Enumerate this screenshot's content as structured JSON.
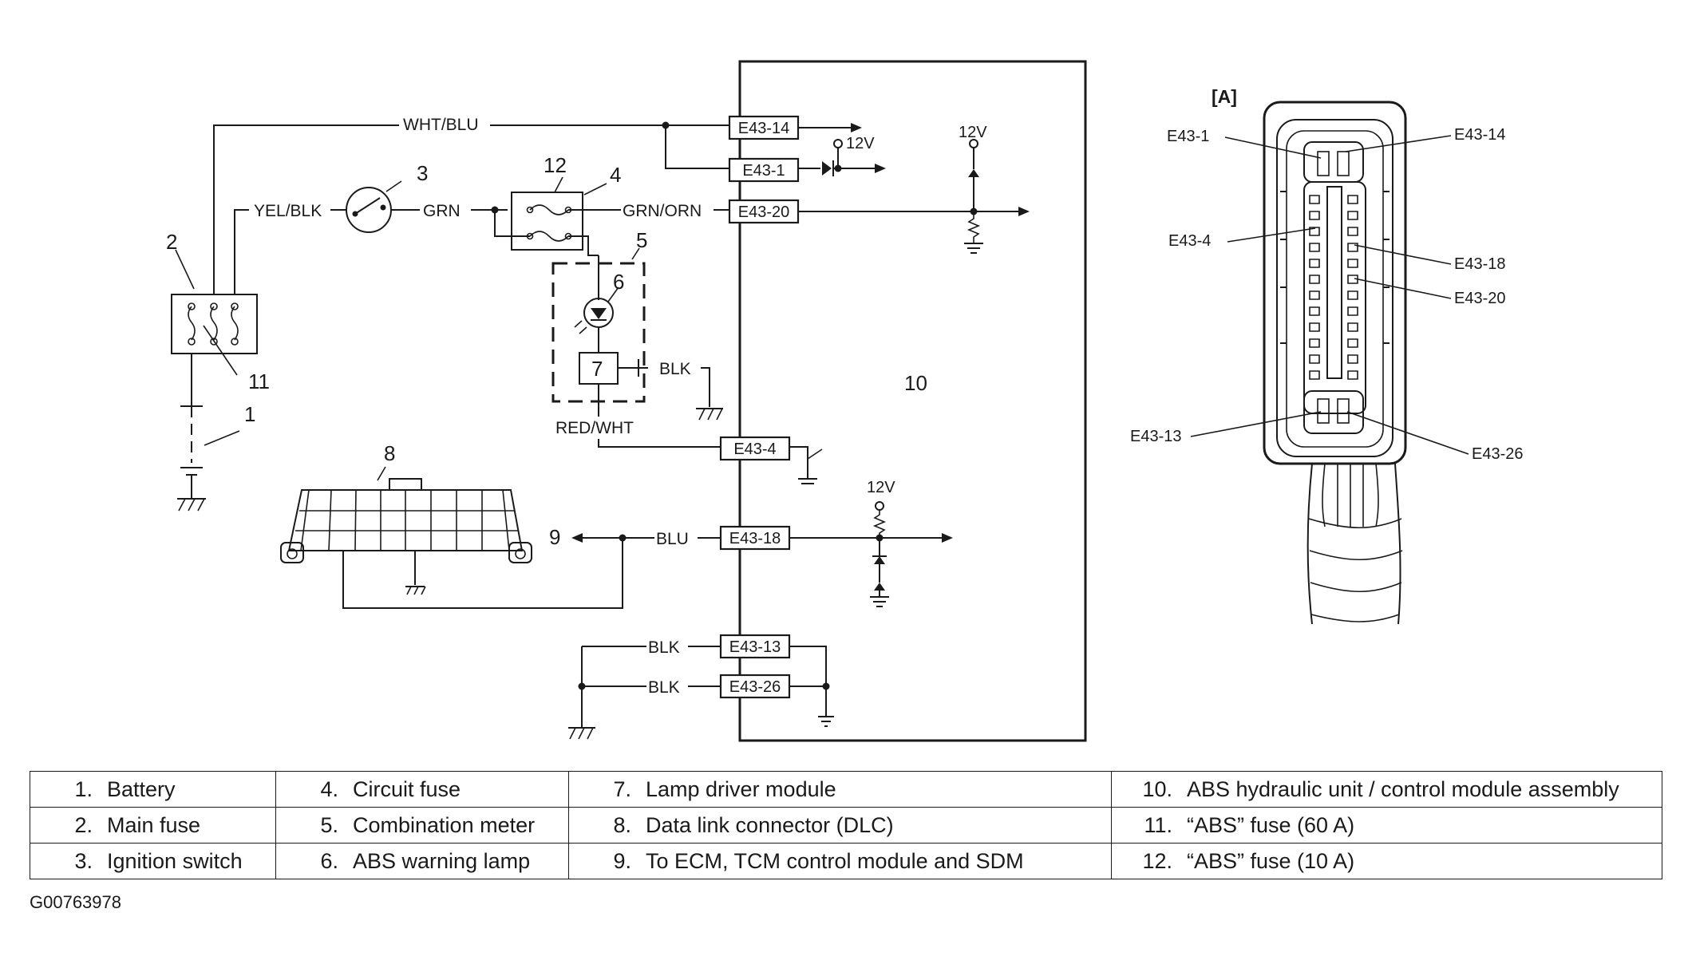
{
  "figure_code": "G00763978",
  "inset_label": "[A]",
  "module_number": "10",
  "wire_colors": {
    "wht_blu": "WHT/BLU",
    "yel_blk": "YEL/BLK",
    "grn": "GRN",
    "grn_orn": "GRN/ORN",
    "red_wht": "RED/WHT",
    "blu": "BLU",
    "blk": "BLK"
  },
  "pins": {
    "e43_14": "E43-14",
    "e43_1": "E43-1",
    "e43_20": "E43-20",
    "e43_4": "E43-4",
    "e43_18": "E43-18",
    "e43_13": "E43-13",
    "e43_26": "E43-26"
  },
  "connector_pins": {
    "e43_1": "E43-1",
    "e43_14": "E43-14",
    "e43_4": "E43-4",
    "e43_18": "E43-18",
    "e43_20": "E43-20",
    "e43_13": "E43-13",
    "e43_26": "E43-26"
  },
  "voltages": {
    "pin1": "12V",
    "pin20": "12V",
    "pin18": "12V"
  },
  "callouts": {
    "n1": "1",
    "n2": "2",
    "n3": "3",
    "n4": "4",
    "n5": "5",
    "n6": "6",
    "n7": "7",
    "n8": "8",
    "n9": "9",
    "n11": "11",
    "n12": "12"
  },
  "legend": [
    [
      {
        "num": "1.",
        "text": "Battery"
      },
      {
        "num": "4.",
        "text": "Circuit fuse"
      },
      {
        "num": "7.",
        "text": "Lamp driver module"
      },
      {
        "num": "10.",
        "text": "ABS hydraulic unit / control module assembly"
      }
    ],
    [
      {
        "num": "2.",
        "text": "Main fuse"
      },
      {
        "num": "5.",
        "text": "Combination meter"
      },
      {
        "num": "8.",
        "text": "Data link connector (DLC)"
      },
      {
        "num": "11.",
        "text": "“ABS” fuse (60 A)"
      }
    ],
    [
      {
        "num": "3.",
        "text": "Ignition switch"
      },
      {
        "num": "6.",
        "text": "ABS warning lamp"
      },
      {
        "num": "9.",
        "text": "To ECM, TCM control module and SDM"
      },
      {
        "num": "12.",
        "text": "“ABS” fuse (10 A)"
      }
    ]
  ]
}
